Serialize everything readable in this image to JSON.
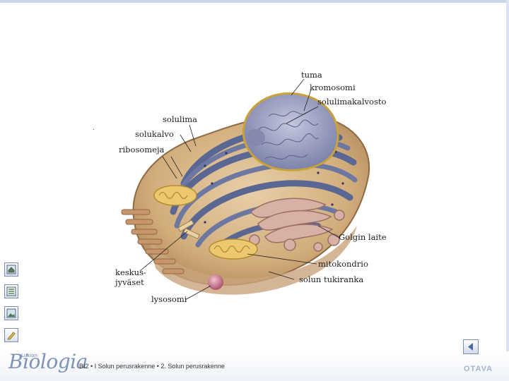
{
  "diagram": {
    "labels": {
      "tuma": "tuma",
      "kromosomi": "kromosomi",
      "solulimakalvosto": "solulimakalvosto",
      "solulima": "solulima",
      "solukalvo": "solukalvo",
      "ribosomeja": "ribosomeja",
      "golgin_laite": "Golgin laite",
      "keskusjyvaset_1": "keskus-",
      "keskusjyvaset_2": "jyväset",
      "mitokondrio": "mitokondrio",
      "solun_tukiranka": "solun tukiranka",
      "lysosomi": "lysosomi"
    }
  },
  "sidebar": {
    "icons": [
      "home-icon",
      "list-icon",
      "image-icon",
      "pencil-icon"
    ]
  },
  "footer": {
    "brand_small": "Lukion",
    "brand": "Biologia",
    "caption": "BI2 • I Solun perusrakenne • 2. Solun perusrakenne",
    "publisher": "OTAVA"
  },
  "colors": {
    "membrane": "#c9a46c",
    "er": "#5b6793",
    "nucleus": "#9aa0c2",
    "golgi": "#c9a097",
    "mitochondria": "#e8c66e"
  }
}
